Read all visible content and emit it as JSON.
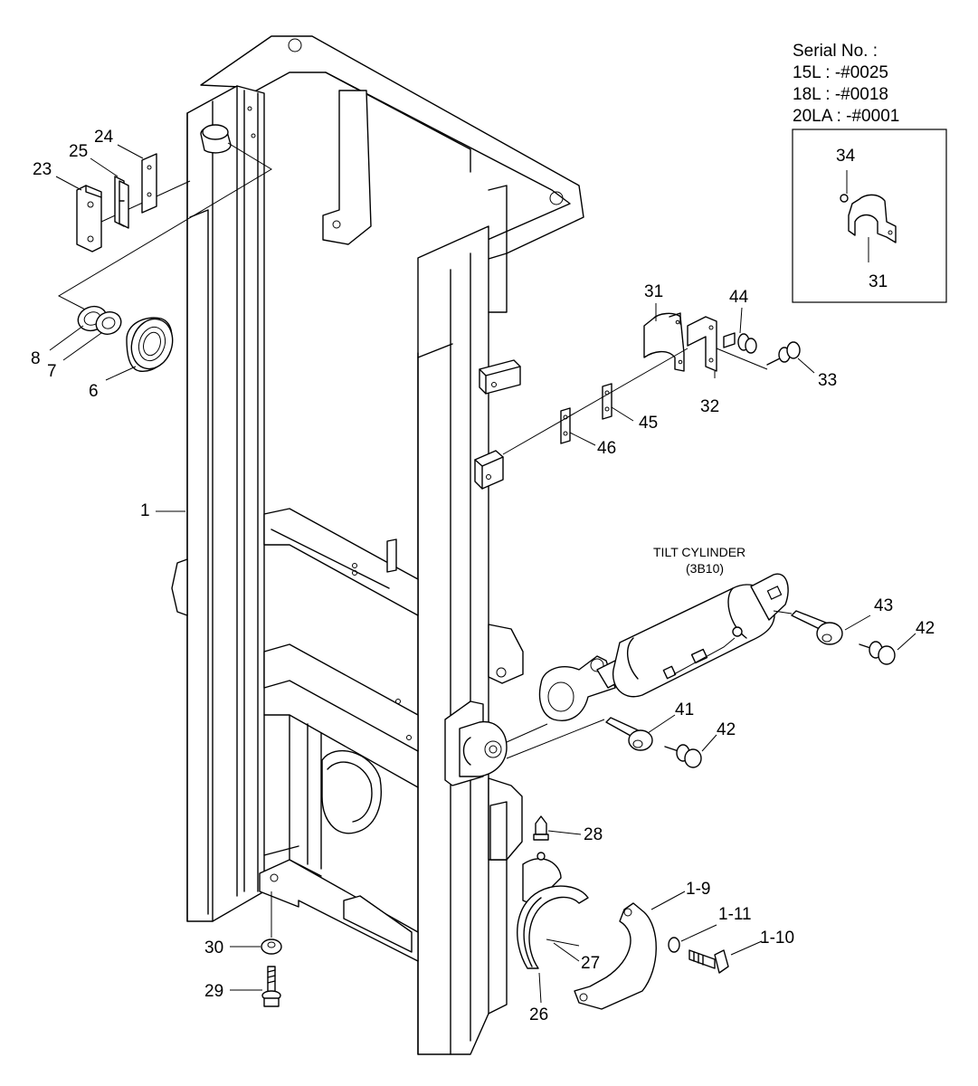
{
  "serial_box": {
    "heading": "Serial No. :",
    "lines": [
      "15L : -#0025",
      "18L : -#0018",
      "20LA : -#0001"
    ],
    "inset_labels": {
      "clamp": "31",
      "screw": "34"
    }
  },
  "tilt_cylinder": {
    "title": "TILT CYLINDER",
    "reference": "(3B10)"
  },
  "callouts": {
    "c1": "1",
    "c6": "6",
    "c7": "7",
    "c8": "8",
    "c23": "23",
    "c24": "24",
    "c25": "25",
    "c31": "31",
    "c32": "32",
    "c33": "33",
    "c44": "44",
    "c45": "45",
    "c46": "46",
    "c43": "43",
    "c42a": "42",
    "c41": "41",
    "c42b": "42",
    "c28": "28",
    "c30": "30",
    "c29": "29",
    "c27": "27",
    "c26": "26",
    "c1_9": "1-9",
    "c1_11": "1-11",
    "c1_10": "1-10"
  }
}
